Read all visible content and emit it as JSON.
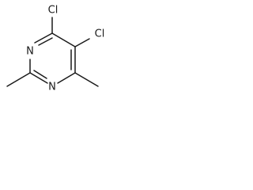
{
  "molecule": {
    "atoms": {
      "n3": "N",
      "n1": "N",
      "cl_c4": "Cl",
      "cl_c5": "Cl"
    }
  }
}
